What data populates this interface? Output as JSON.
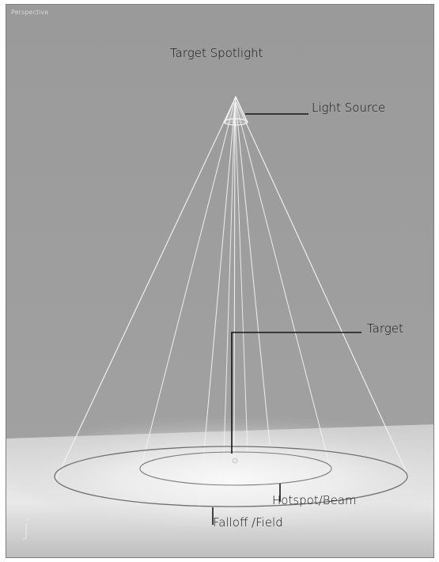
{
  "viewport": {
    "name": "Perspective"
  },
  "diagram": {
    "title": "Target Spotlight",
    "labels": {
      "light_source": "Light Source",
      "target": "Target",
      "hotspot": "Hotspot/Beam",
      "falloff": "Falloff /Field"
    },
    "axis_label": "z"
  },
  "colors": {
    "viewport_background": "#9b9b9b",
    "ground_plane": "#d9d9d9",
    "cone_lines": "#f2f2f2",
    "label_text": "#141414"
  }
}
